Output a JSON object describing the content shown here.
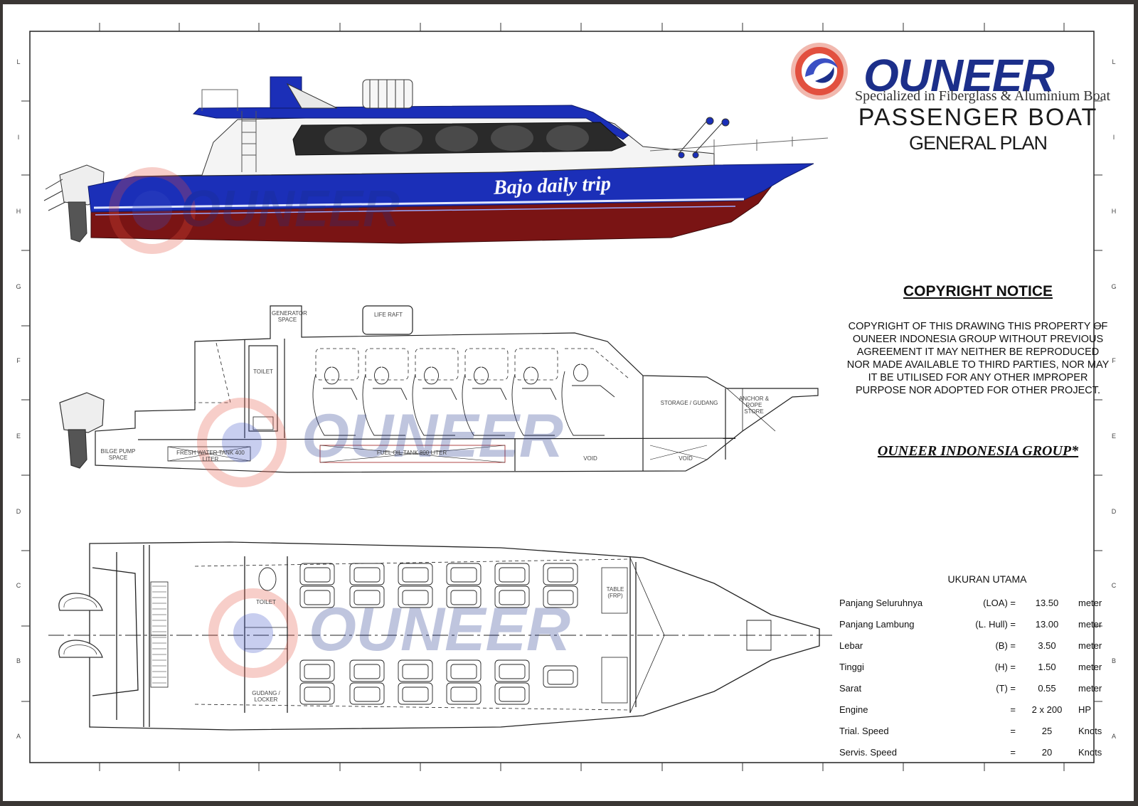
{
  "brand": {
    "name": "OUNEER",
    "tagline": "Specialized in Fiberglass & Aluminium Boat"
  },
  "document": {
    "title": "PASSENGER BOAT",
    "subtitle": "GENERAL PLAN"
  },
  "hull_name": "Bajo daily trip",
  "copyright": {
    "title": "COPYRIGHT NOTICE",
    "body": "COPYRIGHT OF THIS DRAWING THIS PROPERTY OF OUNEER INDONESIA GROUP WITHOUT PREVIOUS AGREEMENT IT MAY NEITHER BE REPRODUCED NOR MADE AVAILABLE TO THIRD PARTIES, NOR MAY IT BE UTILISED FOR ANY OTHER IMPROPER PURPOSE NOR ADOPTED FOR OTHER PROJECT.",
    "group": "OUNEER INDONESIA GROUP*"
  },
  "specs": {
    "title": "UKURAN UTAMA",
    "rows": [
      {
        "label": "Panjang Seluruhnya",
        "code": "(LOA) =",
        "value": "13.50",
        "unit": "meter"
      },
      {
        "label": "Panjang Lambung",
        "code": "(L. Hull) =",
        "value": "13.00",
        "unit": "meter"
      },
      {
        "label": "Lebar",
        "code": "(B) =",
        "value": "3.50",
        "unit": "meter"
      },
      {
        "label": "Tinggi",
        "code": "(H) =",
        "value": "1.50",
        "unit": "meter"
      },
      {
        "label": "Sarat",
        "code": "(T) =",
        "value": "0.55",
        "unit": "meter"
      },
      {
        "label": "Engine",
        "code": "=",
        "value": "2 x 200",
        "unit": "HP"
      },
      {
        "label": "Trial. Speed",
        "code": "=",
        "value": "25",
        "unit": "Knots"
      },
      {
        "label": "Servis. Speed",
        "code": "=",
        "value": "20",
        "unit": "Knots"
      }
    ]
  },
  "border_rows": [
    "L",
    "I",
    "H",
    "G",
    "F",
    "E",
    "D",
    "C",
    "B",
    "A"
  ],
  "profile_labels": {
    "generator": "GENERATOR SPACE",
    "toilet": "TOILET",
    "storage": "STORAGE / GUDANG",
    "anchor": "ANCHOR & ROPE STORE",
    "bilge": "BILGE PUMP SPACE",
    "freshwater": "FRESH WATER TANK 400 LITER",
    "fuel": "FUEL OIL TANK 800 LITER",
    "void1": "VOID",
    "void2": "VOID",
    "liferaft": "LIFE RAFT"
  },
  "plan_labels": {
    "toilet": "TOILET",
    "gudang": "GUDANG / LOCKER",
    "table": "TABLE (FRP)"
  },
  "colors": {
    "hull_blue": "#1b2fb8",
    "hull_red": "#7a1414",
    "logo_red": "#e2503f",
    "logo_navy": "#1c2f8a"
  }
}
